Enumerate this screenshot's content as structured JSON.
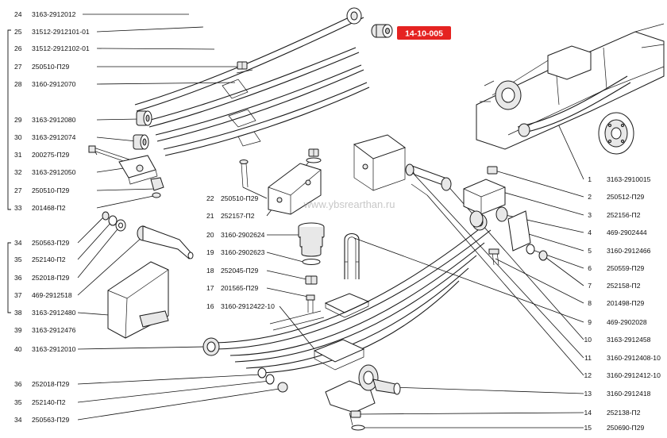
{
  "highlight": {
    "code": "14-10-005",
    "color": "#e52321"
  },
  "watermark": "www.ybsrearthan.ru",
  "callouts_left": [
    {
      "num": "24",
      "code": "3163-2912012"
    },
    {
      "num": "25",
      "code": "31512-2912101-01"
    },
    {
      "num": "26",
      "code": "31512-2912102-01"
    },
    {
      "num": "27",
      "code": "250510-П29"
    },
    {
      "num": "28",
      "code": "3160-2912070"
    },
    {
      "num": "29",
      "code": "3163-2912080"
    },
    {
      "num": "30",
      "code": "3163-2912074"
    },
    {
      "num": "31",
      "code": "200275-П29"
    },
    {
      "num": "32",
      "code": "3163-2912050"
    },
    {
      "num": "27",
      "code": "250510-П29"
    },
    {
      "num": "33",
      "code": "201468-П2"
    },
    {
      "num": "34",
      "code": "250563-П29"
    },
    {
      "num": "35",
      "code": "252140-П2"
    },
    {
      "num": "36",
      "code": "252018-П29"
    },
    {
      "num": "37",
      "code": "469-2912518"
    },
    {
      "num": "38",
      "code": "3163-2912480"
    },
    {
      "num": "39",
      "code": "3163-2912476"
    },
    {
      "num": "40",
      "code": "3163-2912010"
    },
    {
      "num": "36",
      "code": "252018-П29"
    },
    {
      "num": "35",
      "code": "252140-П2"
    },
    {
      "num": "34",
      "code": "250563-П29"
    }
  ],
  "callouts_mid": [
    {
      "num": "22",
      "code": "250510-П29"
    },
    {
      "num": "21",
      "code": "252157-П2"
    },
    {
      "num": "20",
      "code": "3160-2902624"
    },
    {
      "num": "19",
      "code": "3160-2902623"
    },
    {
      "num": "18",
      "code": "252045-П29"
    },
    {
      "num": "17",
      "code": "201565-П29"
    },
    {
      "num": "16",
      "code": "3160-2912422-10"
    }
  ],
  "callouts_right": [
    {
      "num": "1",
      "code": "3163-2910015"
    },
    {
      "num": "2",
      "code": "250512-П29"
    },
    {
      "num": "3",
      "code": "252156-П2"
    },
    {
      "num": "4",
      "code": "469-2902444"
    },
    {
      "num": "5",
      "code": "3160-2912466"
    },
    {
      "num": "6",
      "code": "250559-П29"
    },
    {
      "num": "7",
      "code": "252158-П2"
    },
    {
      "num": "8",
      "code": "201498-П29"
    },
    {
      "num": "9",
      "code": "469-2902028"
    },
    {
      "num": "10",
      "code": "3163-2912458"
    },
    {
      "num": "11",
      "code": "3160-2912408-10"
    },
    {
      "num": "12",
      "code": "3160-2912412-10"
    },
    {
      "num": "13",
      "code": "3160-2912418"
    },
    {
      "num": "14",
      "code": "252138-П2"
    },
    {
      "num": "15",
      "code": "250690-П29"
    }
  ]
}
